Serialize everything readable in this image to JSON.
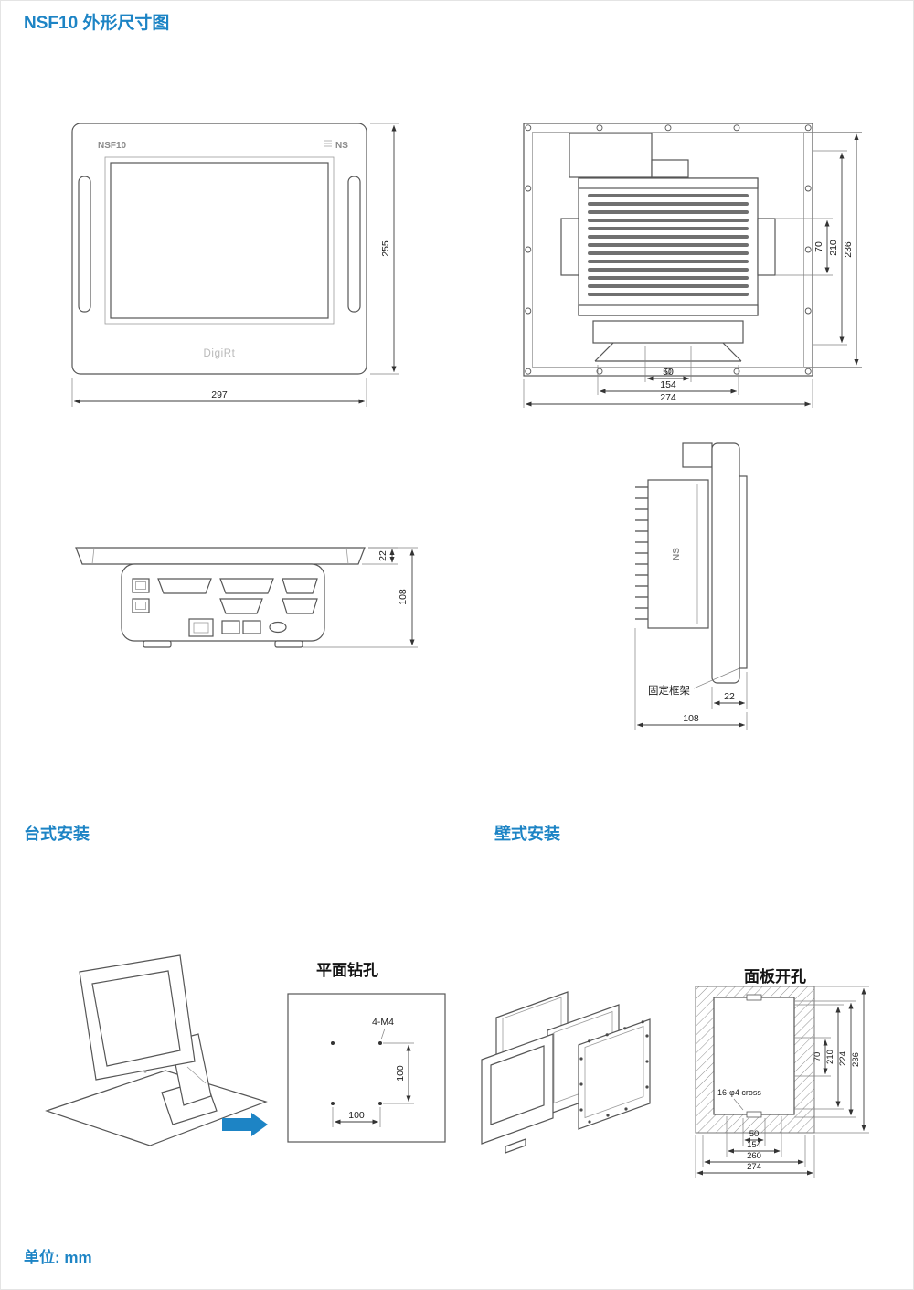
{
  "title": "NSF10 外形尺寸图",
  "unit_label": "单位: mm",
  "accent_color": "#1d84c5",
  "front_view": {
    "model": "NSF10",
    "brand": "NS",
    "logo": "DigiRt",
    "dim_height": "255",
    "dim_width": "297"
  },
  "rear_view": {
    "dim_inner_height": "70",
    "dim_mid_height": "210",
    "dim_outer_height": "236",
    "dim_hole_pitch": "50",
    "dim_mid_width": "154",
    "dim_outer_width": "274"
  },
  "bottom_view": {
    "dim_panel_thickness": "22",
    "dim_depth": "108"
  },
  "side_view": {
    "brand": "NS",
    "frame_label": "固定框架",
    "dim_panel_thickness": "22",
    "dim_depth": "108"
  },
  "desktop_mount": {
    "heading": "台式安装",
    "drill_title": "平面钻孔",
    "hole_spec": "4-M4",
    "dim_vertical": "100",
    "dim_horizontal": "100"
  },
  "wall_mount": {
    "heading": "壁式安装",
    "cutout_title": "面板开孔",
    "hole_spec": "16-φ4 cross",
    "dim_v_70": "70",
    "dim_v_210": "210",
    "dim_v_224": "224",
    "dim_v_236": "236",
    "dim_h_50": "50",
    "dim_h_154": "154",
    "dim_h_260": "260",
    "dim_h_274": "274"
  }
}
